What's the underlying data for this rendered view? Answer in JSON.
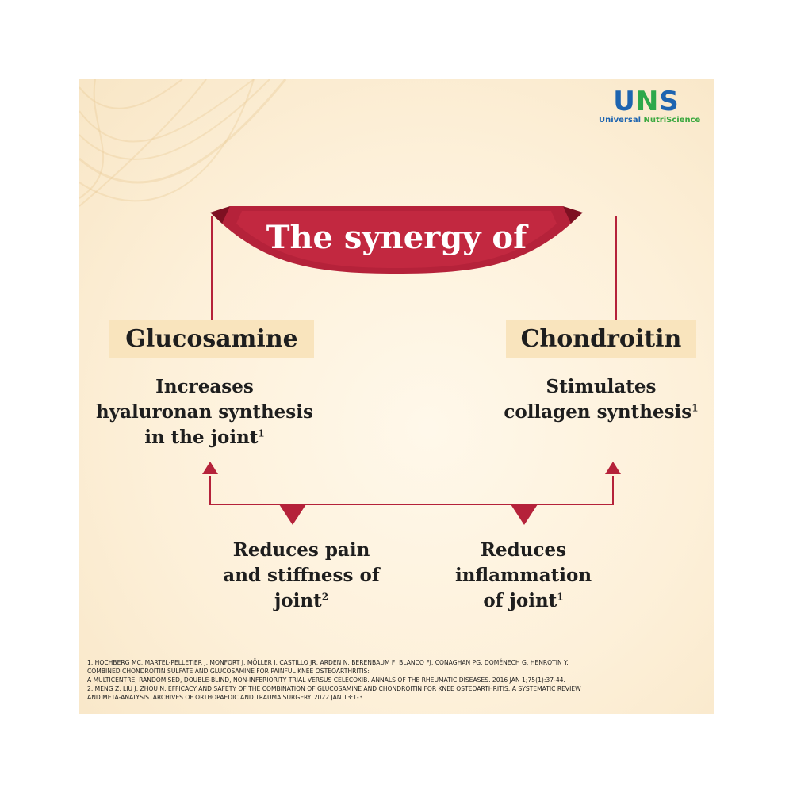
{
  "logo": {
    "mark_left": "U",
    "mark_mid": "N",
    "mark_right": "S",
    "sub_left": "Universal",
    "sub_right": "NutriScience"
  },
  "title": "The synergy of",
  "ingredients": {
    "left": {
      "name": "Glucosamine",
      "benefit_lines": [
        "Increases",
        "hyaluronan synthesis"
      ],
      "benefit_last": "in the joint",
      "ref": "1"
    },
    "right": {
      "name": "Chondroitin",
      "benefit_lines": [
        "Stimulates"
      ],
      "benefit_last": "collagen synthesis",
      "ref": "1"
    }
  },
  "combined": {
    "left": {
      "lines": [
        "Reduces pain",
        "and stiffness of"
      ],
      "last": "joint",
      "ref": "2"
    },
    "right": {
      "lines": [
        "Reduces",
        "inflammation"
      ],
      "last": "of joint",
      "ref": "1"
    }
  },
  "references": [
    "1. Hochberg MC, Martel-Pelletier J, Monfort J, Möller I, Castillo JR, Arden N, Berenbaum F, Blanco FJ, Conaghan PG, Doménech G, Henrotin Y.",
    "Combined chondroitin sulfate and glucosamine for painful knee osteoarthritis:",
    "a multicentre, randomised, double-blind, non-inferiority trial versus celecoxib. Annals of the rheumatic diseases. 2016 Jan 1;75(1):37-44.",
    "2. Meng Z, Liu J, Zhou N. Efficacy and safety of the combination of glucosamine and chondroitin for knee osteoarthritis: a systematic review",
    "and meta-analysis. Archives of orthopaedic and trauma surgery. 2022 Jan 13:1-3."
  ],
  "colors": {
    "accent": "#b5223a",
    "accent_dark": "#7e1022",
    "label_bg": "#f9e4bd",
    "logo_blue": "#1d64b0",
    "logo_green": "#2da84a"
  }
}
